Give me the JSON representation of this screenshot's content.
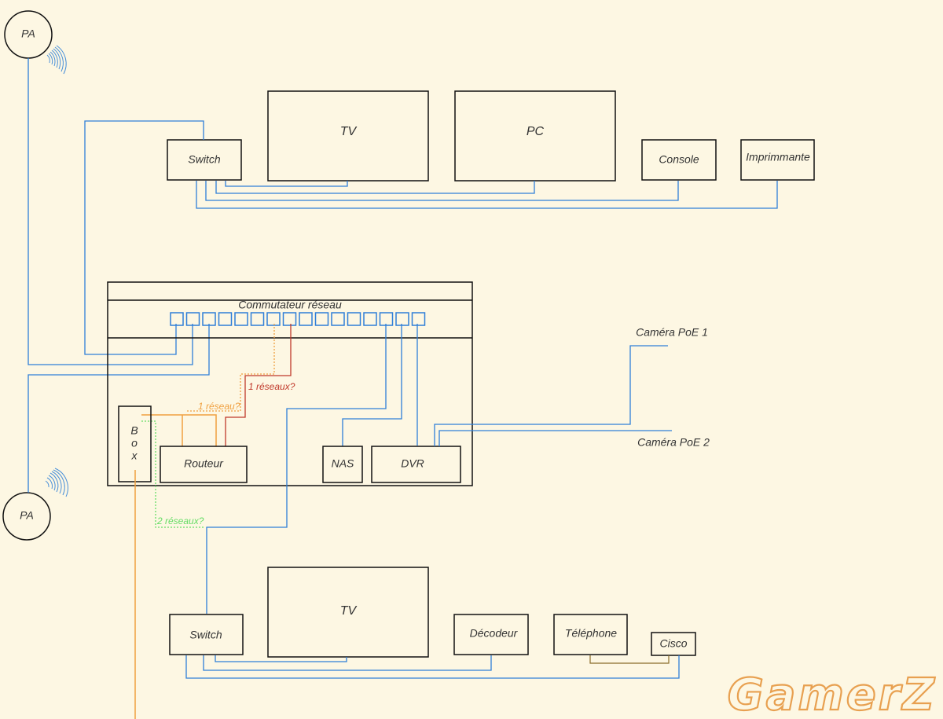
{
  "labels": {
    "pa_top": "PA",
    "pa_bottom": "PA",
    "switch_top": "Switch",
    "tv_top": "TV",
    "pc": "PC",
    "console": "Console",
    "imprimante": "Imprimmante",
    "commutateur": "Commutateur réseau",
    "box_letters": [
      "B",
      "o",
      "x"
    ],
    "routeur": "Routeur",
    "nas": "NAS",
    "dvr": "DVR",
    "camera1": "Caméra PoE 1",
    "camera2": "Caméra PoE 2",
    "switch_bottom": "Switch",
    "tv_bottom": "TV",
    "decodeur": "Décodeur",
    "telephone": "Téléphone",
    "cisco": "Cisco",
    "note_1_reseau": "1 réseau?",
    "note_1_reseaux": "1 réseaux?",
    "note_2_reseaux": "2 réseaux?",
    "watermark": "GamerZ"
  },
  "colors": {
    "background": "#fdf7e3",
    "ethernet": "#2f7fd8",
    "box_link": "#f0a040",
    "routeur_link": "#c0392b",
    "second_network": "#66dd66",
    "phone_link": "#8a6d2a"
  },
  "commutateur_port_count": 16
}
